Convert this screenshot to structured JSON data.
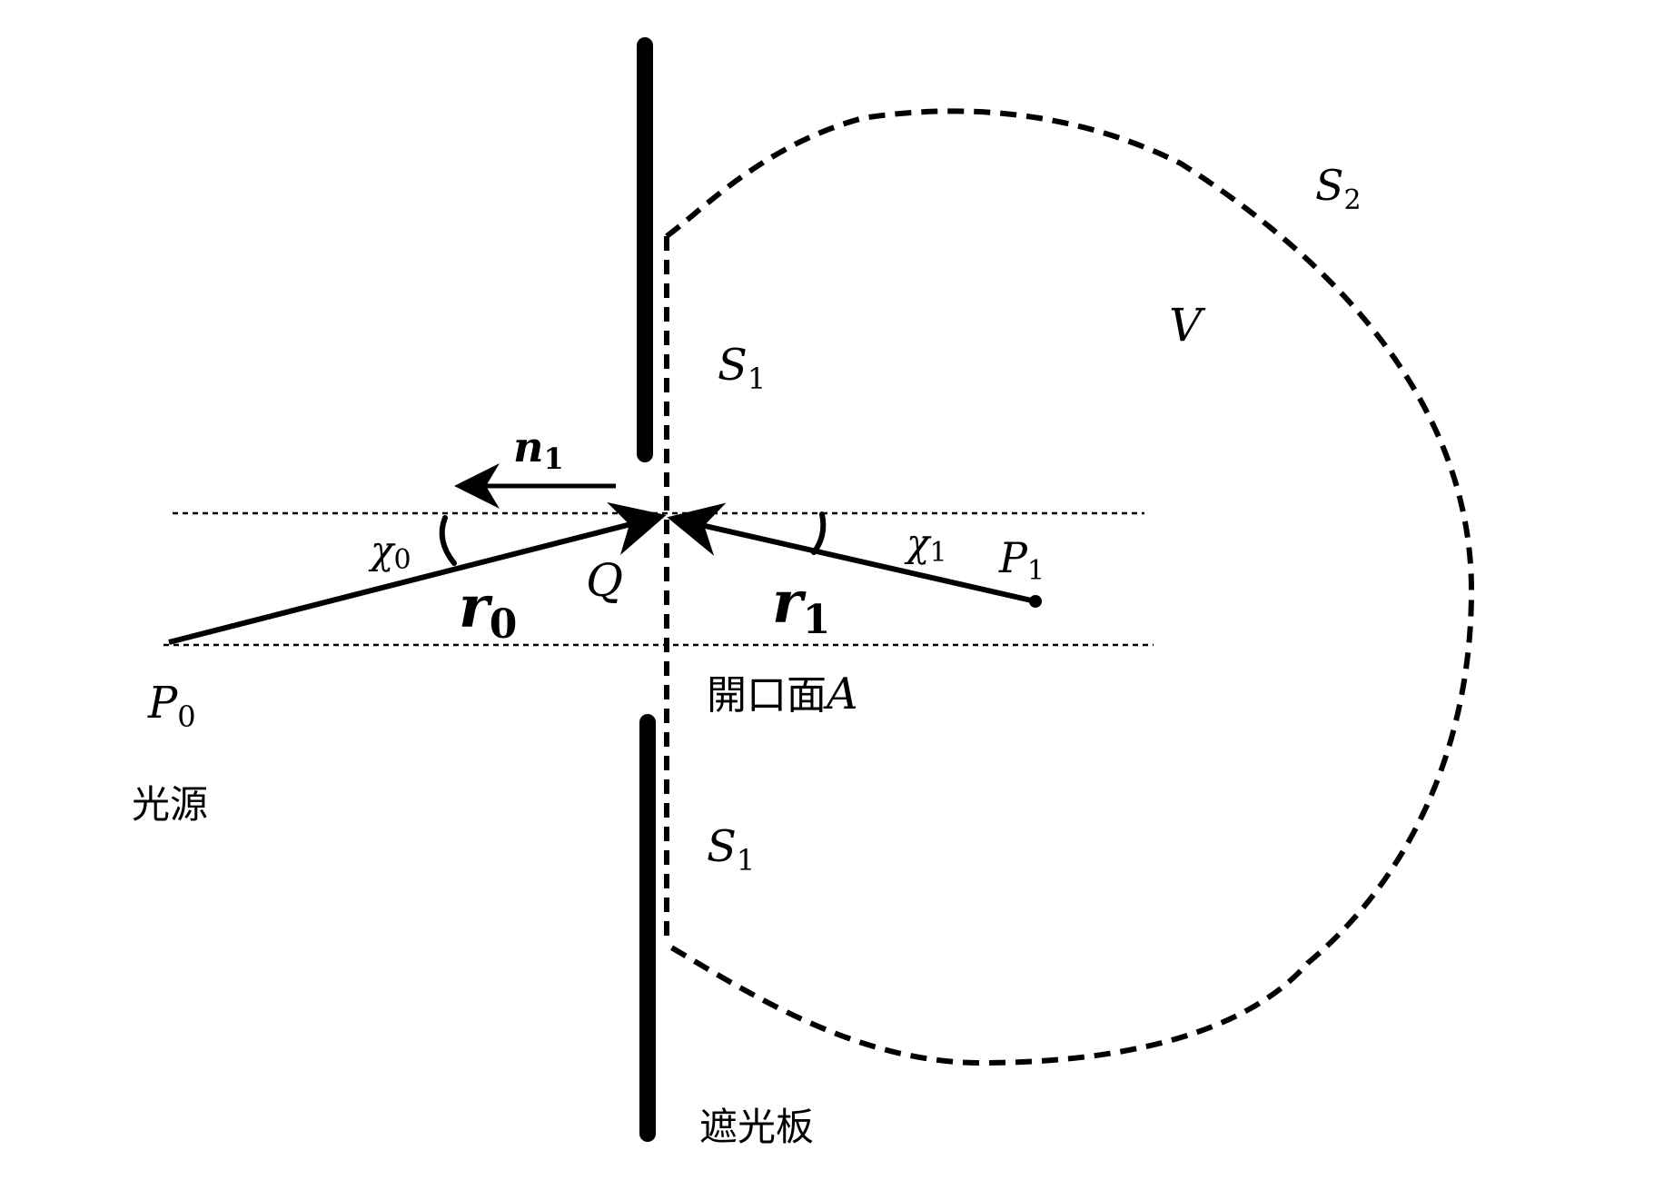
{
  "labels": {
    "p0": {
      "main": "P",
      "sub": "0"
    },
    "p1": {
      "main": "P",
      "sub": "1"
    },
    "q": "Q",
    "v": "V",
    "s1_upper": {
      "main": "S",
      "sub": "1"
    },
    "s1_lower": {
      "main": "S",
      "sub": "1"
    },
    "s2": {
      "main": "S",
      "sub": "2"
    },
    "n1": {
      "main": "n",
      "sub": "1"
    },
    "r0": {
      "main": "r",
      "sub": "0"
    },
    "r1": {
      "main": "r",
      "sub": "1"
    },
    "chi0": {
      "main": "χ",
      "sub": "0"
    },
    "chi1": {
      "main": "χ",
      "sub": "1"
    },
    "light_source": "光源",
    "aperture": {
      "text": "開口面",
      "var": "A"
    },
    "screen": "遮光板"
  },
  "colors": {
    "ink": "#000000",
    "background": "#ffffff"
  }
}
